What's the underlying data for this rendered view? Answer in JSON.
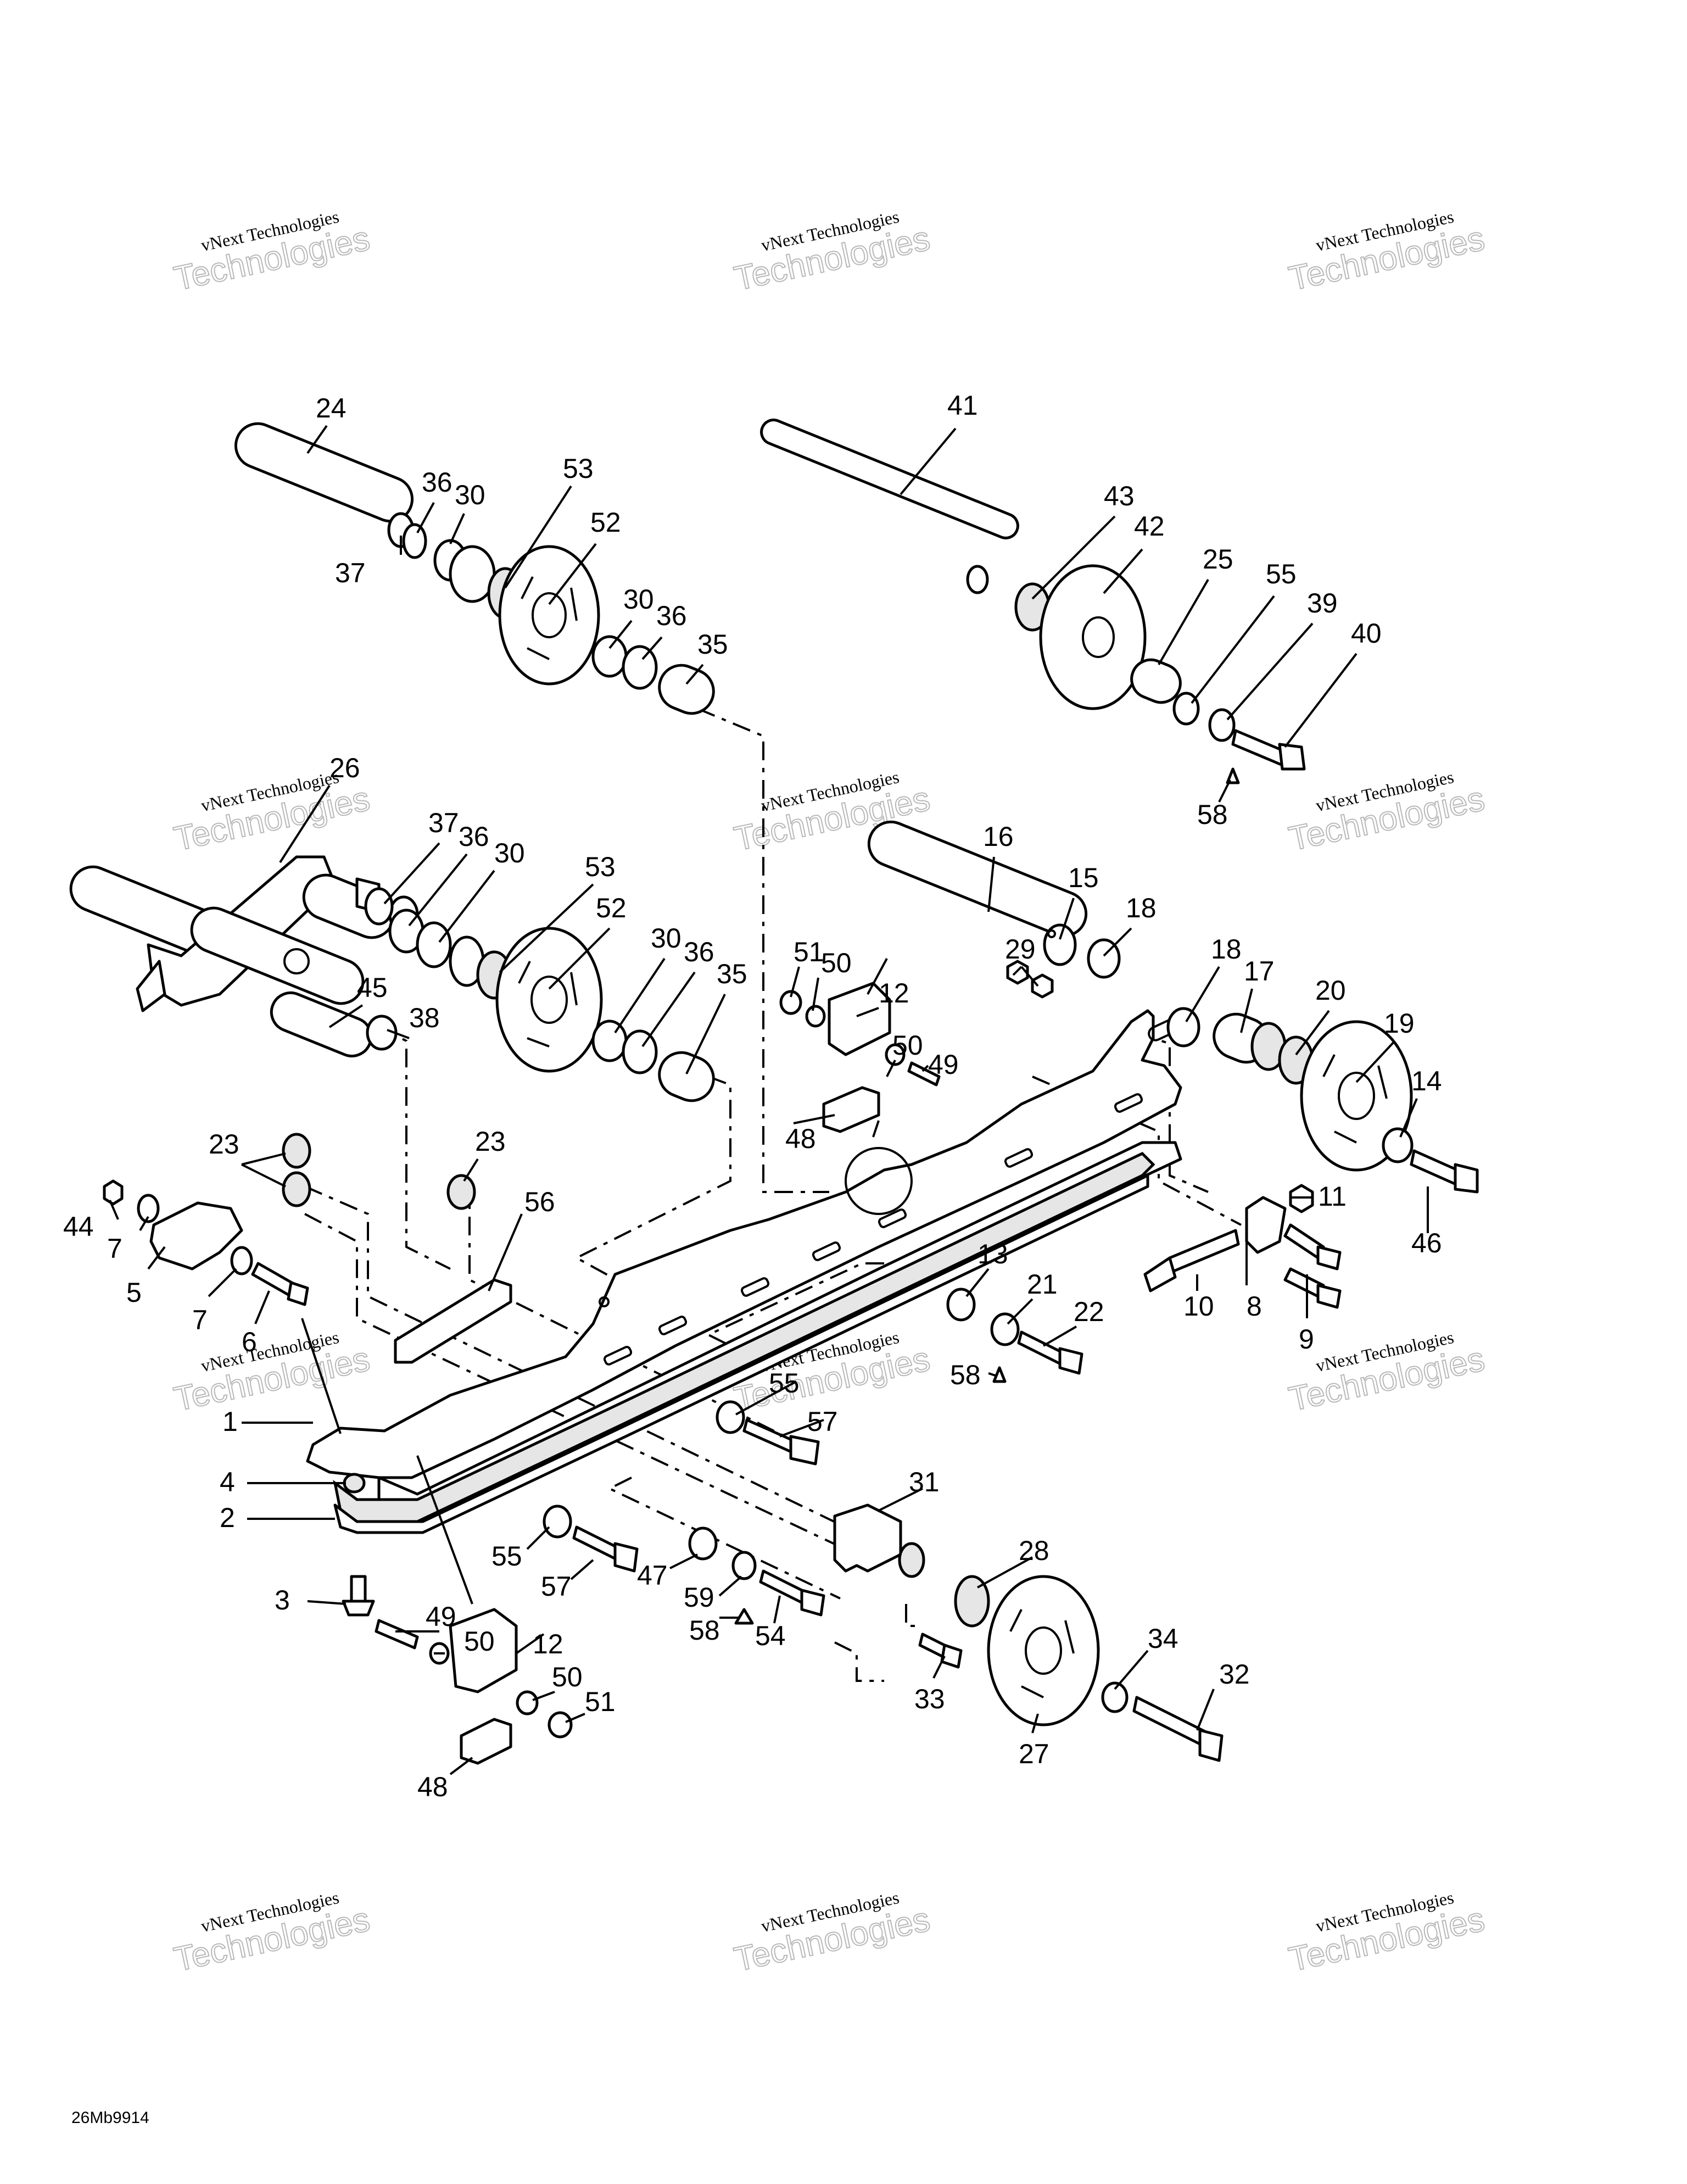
{
  "drawing_code": "26Mb9914",
  "watermark": {
    "line1": "vNext Technologies",
    "line2": "Technologies"
  },
  "callouts": [
    "1",
    "2",
    "3",
    "4",
    "5",
    "6",
    "7",
    "8",
    "9",
    "10",
    "11",
    "12",
    "13",
    "14",
    "15",
    "16",
    "17",
    "18",
    "19",
    "20",
    "21",
    "22",
    "23",
    "24",
    "25",
    "26",
    "27",
    "28",
    "29",
    "30",
    "31",
    "32",
    "33",
    "34",
    "35",
    "36",
    "37",
    "38",
    "39",
    "40",
    "41",
    "42",
    "43",
    "44",
    "45",
    "46",
    "47",
    "48",
    "49",
    "50",
    "51",
    "52",
    "53",
    "54",
    "55",
    "56",
    "57",
    "58",
    "59"
  ]
}
